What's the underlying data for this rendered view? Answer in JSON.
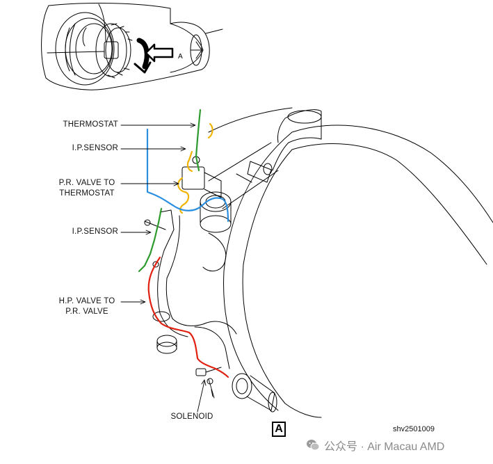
{
  "labels": {
    "thermostat": "THERMOSTAT",
    "ip_sensor_top": "I.P.SENSOR",
    "pr_valve_line1": "P.R. VALVE TO",
    "pr_valve_line2": "THERMOSTAT",
    "ip_sensor_bottom": "I.P.SENSOR",
    "hp_valve_line1": "H.P. VALVE TO",
    "hp_valve_line2": "P.R. VALVE",
    "solenoid": "SOLENOID",
    "view_arrow": "A"
  },
  "view_tag": "A",
  "reference_code": "shv2501009",
  "watermark": "公众号 · Air Macau AMD",
  "colors": {
    "green": "#2e9b2e",
    "yellow": "#f0b400",
    "blue": "#2a8fe0",
    "red": "#e02010"
  }
}
